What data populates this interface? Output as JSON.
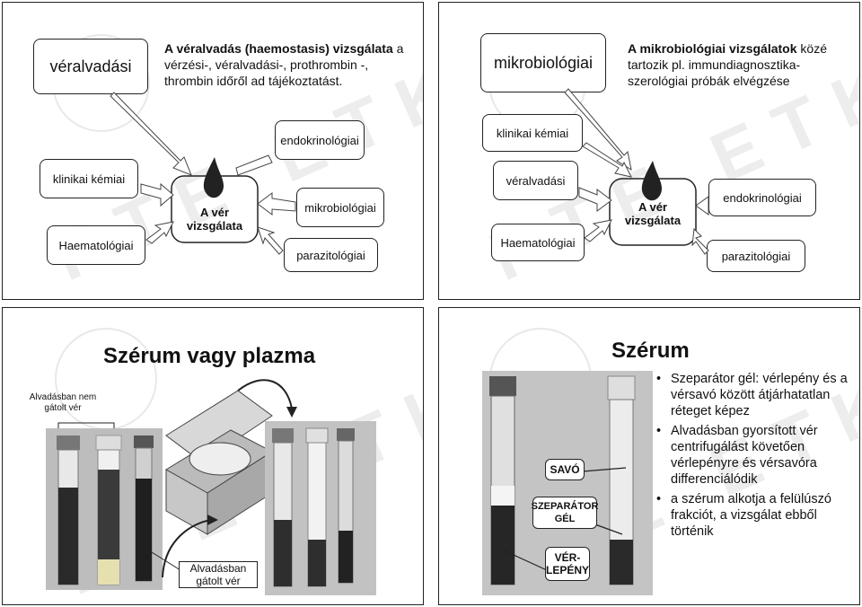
{
  "slide1": {
    "main_box": "véralvadási",
    "desc_bold1": "A véralvadás (haemostasis) vizsgálata",
    "desc_rest": " a vérzési-, véralvadási-, prothrombin -, thrombin időről ad tájékoztatást.",
    "top_box": "endokrinológiai",
    "left_box1": "klinikai kémiai",
    "left_box2": "Haematológiai",
    "center_label": "A vér vizsgálata",
    "right_box1": "mikrobiológiai",
    "right_box2": "parazitológiai"
  },
  "slide2": {
    "main_box": "mikrobiológiai",
    "desc_bold1": "A mikrobiológiai vizsgálatok",
    "desc_rest": " közé tartozik pl. immundiagnosztika-szerológiai próbák elvégzése",
    "top_box": "klinikai kémiai",
    "left_box1": "véralvadási",
    "left_box2": "Haematológiai",
    "center_label": "A vér vizsgálata",
    "right_box1": "endokrinológiai",
    "right_box2": "parazitológiai"
  },
  "slide3": {
    "title": "Szérum vagy  plazma",
    "label_top": "Alvadásban nem gátolt vér",
    "label_bottom": "Alvadásban gátolt vér"
  },
  "slide4": {
    "title": "Szérum",
    "tube_labels": [
      "SAVÓ",
      "SZEPARÁTOR GÉL",
      "VÉR-LEPÉNY"
    ],
    "bullets": [
      "Szeparátor gél: vérlepény és a vérsavó között átjárhatatlan réteget képez",
      "Alvadásban gyorsított vér centrifugálást követően vérlepényre és vérsavóra differenciálódik",
      "a szérum alkotja a felülúszó frakciót, a vizsgálat ebből történik"
    ]
  },
  "watermark": "PTE ETK"
}
